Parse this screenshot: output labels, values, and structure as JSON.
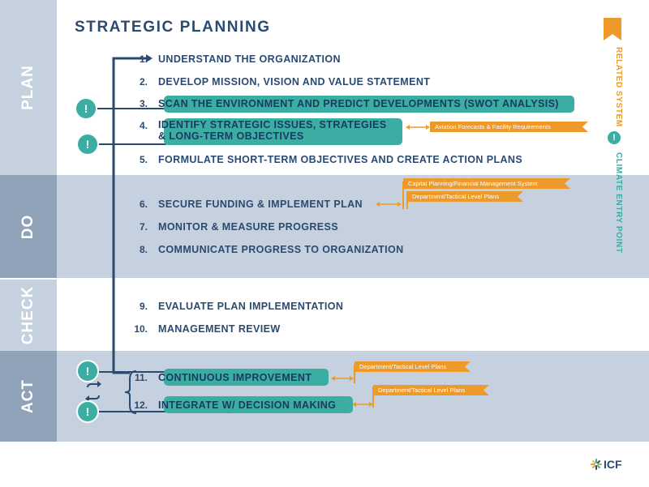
{
  "title": "STRATEGIC PLANNING",
  "phases": {
    "plan": "PLAN",
    "do": "DO",
    "check": "CHECK",
    "act": "ACT"
  },
  "steps": [
    {
      "num": "1.",
      "text": "UNDERSTAND THE ORGANIZATION"
    },
    {
      "num": "2.",
      "text": "DEVELOP MISSION, VISION AND VALUE STATEMENT"
    },
    {
      "num": "3.",
      "text": "SCAN THE ENVIRONMENT AND PREDICT DEVELOPMENTS (SWOT ANALYSIS)"
    },
    {
      "num": "4.",
      "text_line1": "IDENTIFY STRATEGIC ISSUES, STRATEGIES",
      "text_line2": "& LONG-TERM OBJECTIVES"
    },
    {
      "num": "5.",
      "text": "FORMULATE SHORT-TERM OBJECTIVES AND CREATE ACTION PLANS"
    },
    {
      "num": "6.",
      "text": "SECURE FUNDING & IMPLEMENT PLAN"
    },
    {
      "num": "7.",
      "text": "MONITOR & MEASURE PROGRESS"
    },
    {
      "num": "8.",
      "text": "COMMUNICATE PROGRESS TO ORGANIZATION"
    },
    {
      "num": "9.",
      "text": "EVALUATE PLAN IMPLEMENTATION"
    },
    {
      "num": "10.",
      "text": "MANAGEMENT REVIEW"
    },
    {
      "num": "11.",
      "text": "CONTINUOUS IMPROVEMENT"
    },
    {
      "num": "12.",
      "text": "INTEGRATE W/ DECISION MAKING"
    }
  ],
  "related_systems": {
    "aviation": "Aviation Forecasts & Facility Requirements",
    "capital": "Capital Planning/Financial Management System",
    "dept_do": "Department/Tactical Level Plans",
    "dept_11": "Department/Tactical Level Plans",
    "dept_12": "Department/Tactical Level Plans"
  },
  "legend": {
    "related_system": "RELATED SYSTEM",
    "climate_entry_point": "CLIMATE ENTRY POINT",
    "bang": "!"
  },
  "logo": "ICF",
  "colors": {
    "navy": "#2a4a72",
    "teal": "#3bada3",
    "orange": "#ee9a2b",
    "band_light": "#c5d1de",
    "band_dark": "#8fa2b7"
  }
}
